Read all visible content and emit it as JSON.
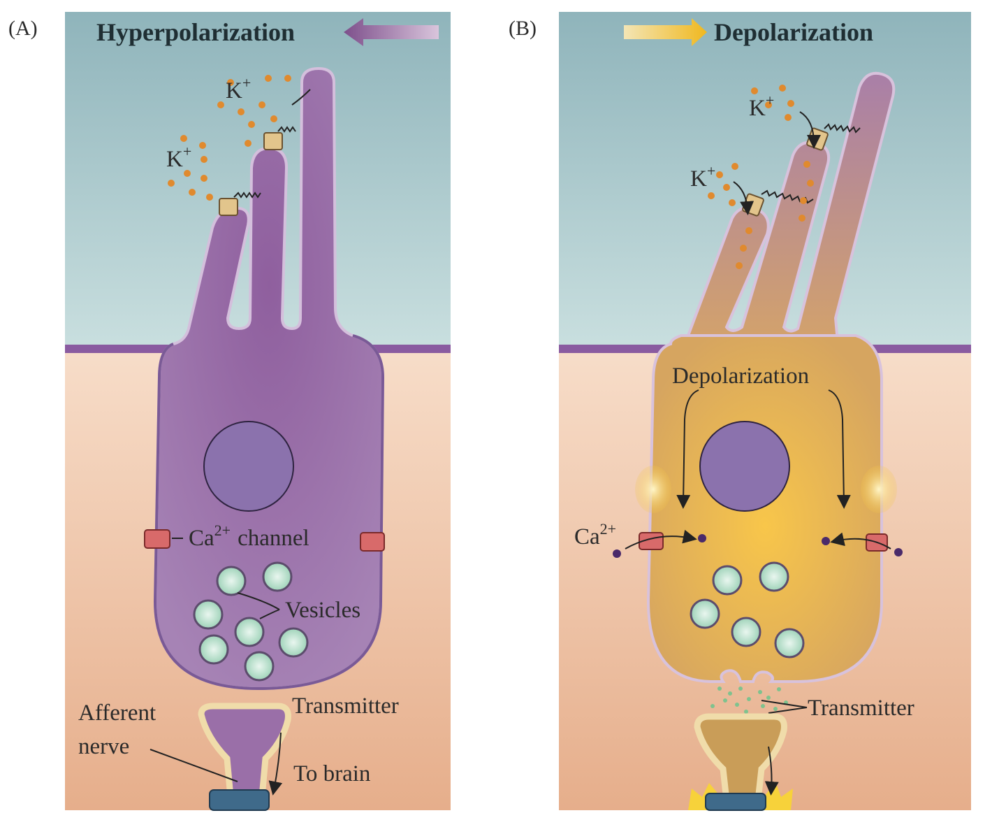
{
  "panels": [
    {
      "letter": "(A)",
      "title": "Hyperpolarization",
      "labels": {
        "k1": "K",
        "k2": "K",
        "k_sup": "+",
        "ca_base": "Ca",
        "ca_sup": "2+",
        "ca_rest": "channel",
        "vesicles": "Vesicles",
        "transmitter": "Transmitter",
        "afferent_1": "Afferent",
        "afferent_2": "nerve",
        "to_brain": "To brain"
      }
    },
    {
      "letter": "(B)",
      "title": "Depolarization",
      "labels": {
        "k1": "K",
        "k2": "K",
        "k_sup": "+",
        "depol_inner": "Depolarization",
        "ca_base": "Ca",
        "ca_sup": "2+",
        "transmitter": "Transmitter"
      }
    }
  ],
  "colors": {
    "endolymph_top": "#8fb4bb",
    "endolymph_bottom": "#c4dcdd",
    "perilymph_top": "#f6dbc6",
    "perilymph_bottom": "#e7b290",
    "reticular_lamina": "#8a5ba0",
    "cell_hyper": "#9b74ad",
    "cell_depol": "#d6a657",
    "nucleus": "#8b72ad",
    "ca_channel": "#d86a6a",
    "k_ion": "#e08a2e",
    "ca_ion": "#4a2a6a",
    "arrow_hyper": "#8a5a96",
    "arrow_depol": "#f1c232"
  }
}
